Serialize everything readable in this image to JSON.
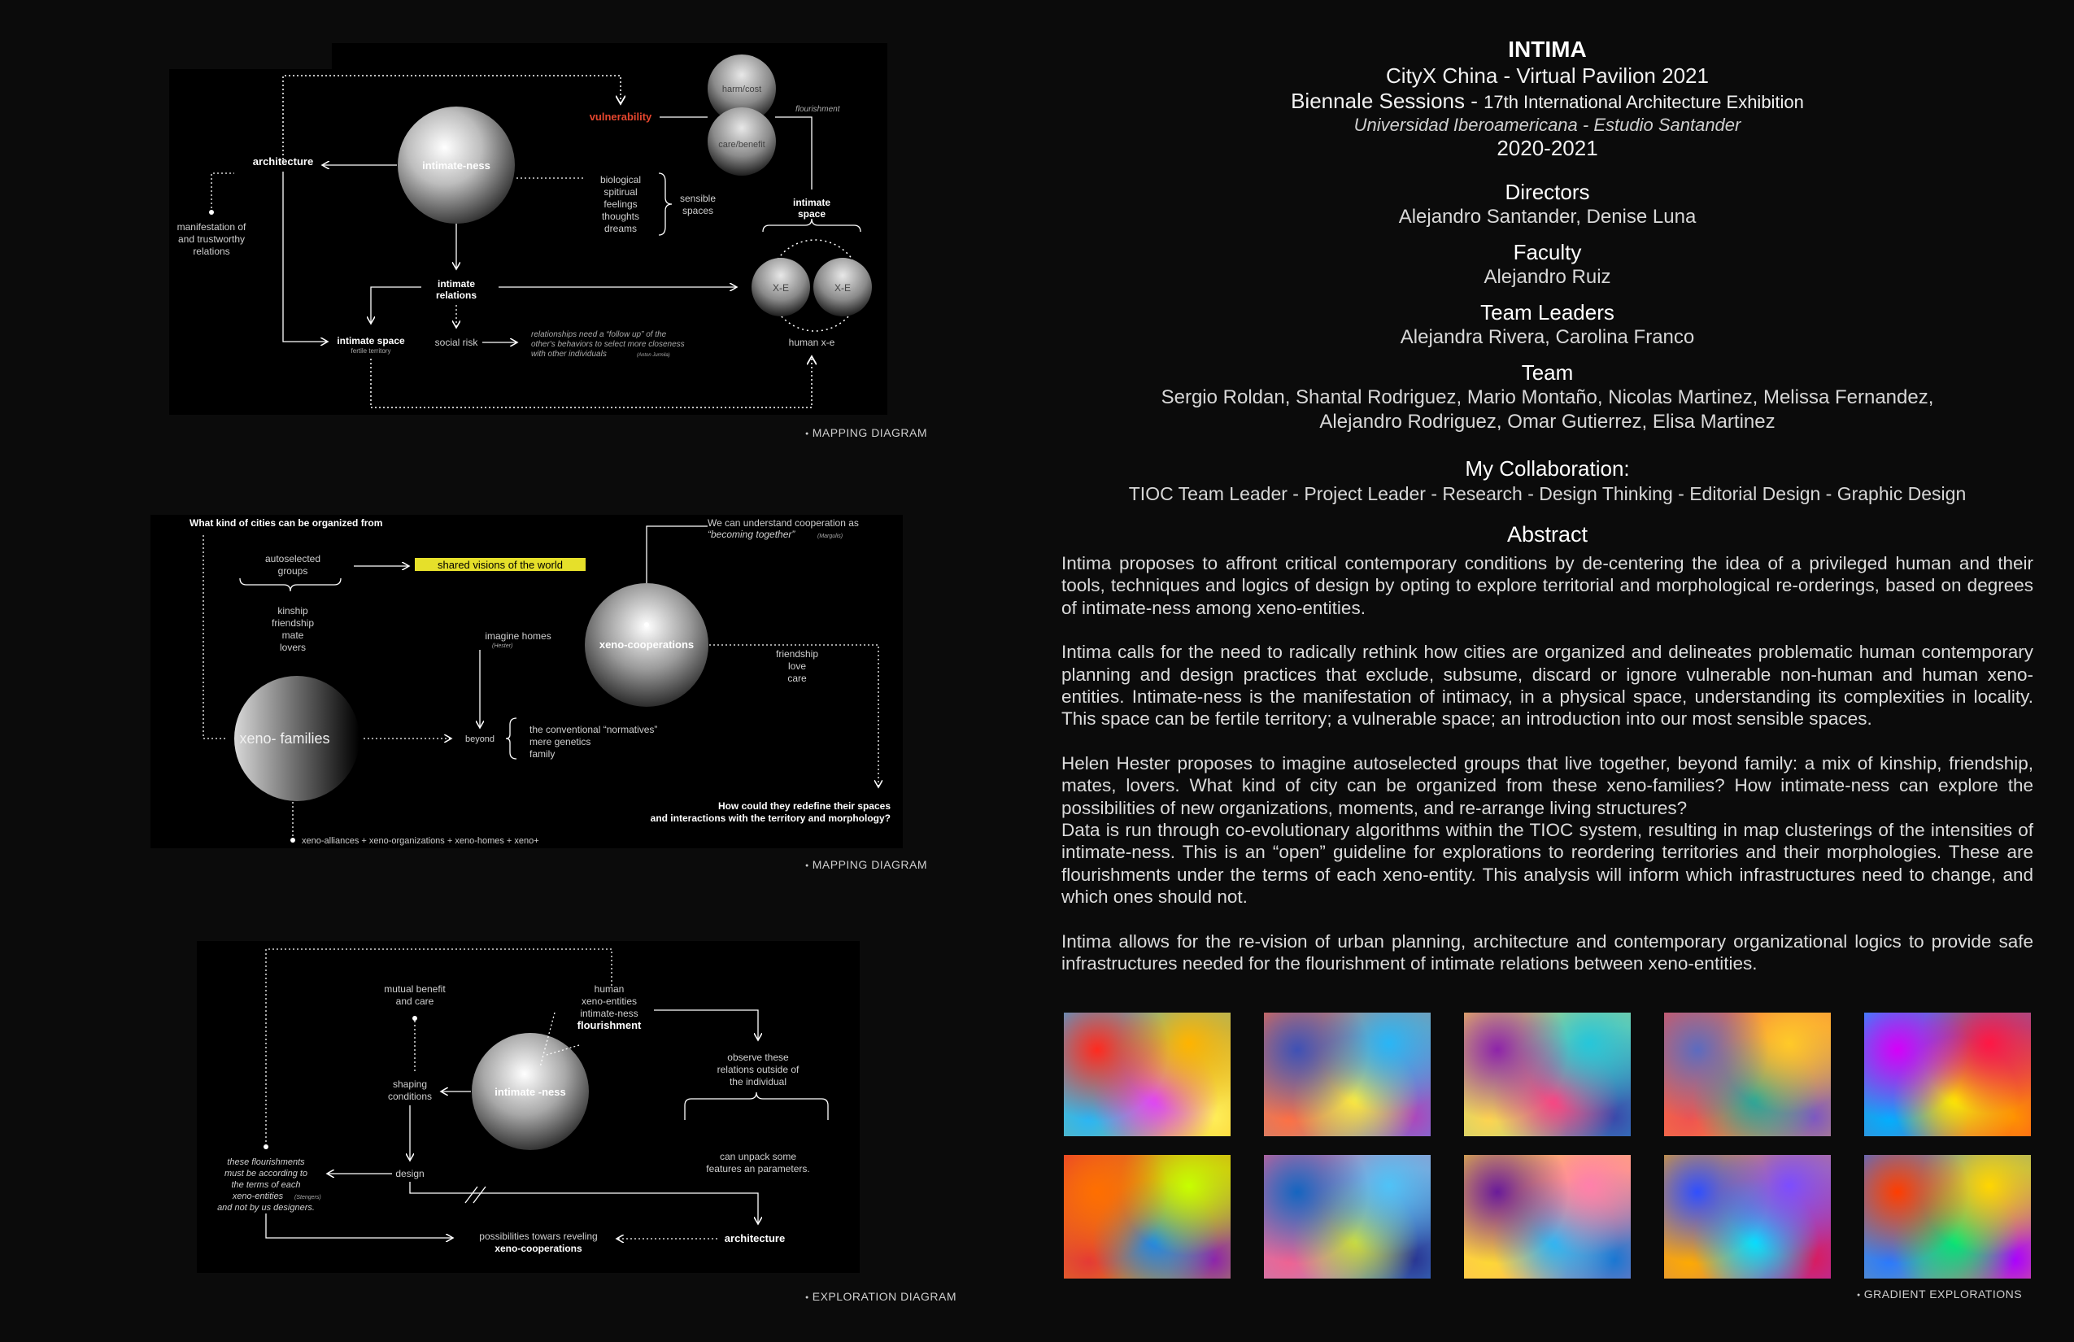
{
  "header": {
    "title": "INTIMA",
    "line1": "CityX China - Virtual Pavilion 2021",
    "line2_a": "Biennale Sessions - ",
    "line2_b": "17th International Architecture Exhibition",
    "line3": "Universidad Iberoamericana - Estudio Santander",
    "years": "2020-2021"
  },
  "credits": [
    {
      "heading": "Directors",
      "value": "Alejandro Santander, Denise Luna"
    },
    {
      "heading": "Faculty",
      "value": "Alejandro Ruiz"
    },
    {
      "heading": "Team Leaders",
      "value": "Alejandra Rivera, Carolina Franco"
    },
    {
      "heading": "Team",
      "value": "Sergio Roldan, Shantal Rodriguez, Mario Montaño, Nicolas Martinez, Melissa Fernandez,",
      "value2": "Alejandro Rodriguez, Omar Gutierrez, Elisa Martinez"
    }
  ],
  "collaboration": {
    "heading": "My Collaboration:",
    "value": "TIOC Team Leader - Project Leader - Research - Design Thinking - Editorial Design - Graphic Design"
  },
  "abstract": {
    "heading": "Abstract",
    "p1": "Intima proposes to affront critical contemporary conditions by de-centering the idea of a privileged human and their tools, techniques and logics of design by opting to explore territorial and morphological re-orderings, based on degrees of intimate-ness among xeno-entities.",
    "p2": "Intima calls for the need to radically rethink how cities are organized and delineates problematic human contemporary planning and design practices that exclude, subsume, discard or ignore vulnerable non-human and human xeno-entities.  Intimate-ness is the manifestation of intimacy, in a physical space, understanding its complexities in locality. This space can be fertile territory; a vulnerable space; an introduction into our most sensible spaces.",
    "p3": "Helen Hester proposes to imagine autoselected groups that live together, beyond family: a mix of kinship, friendship, mates, lovers. What kind of city can be organized from these xeno-families? How intimate-ness can explore the possibilities of new organizations, moments, and re-arrange living structures?",
    "p4": "Data is run through co-evolutionary algorithms within the TIOC system, resulting in map clusterings of the intensities of intimate-ness. This is an “open” guideline for explorations to reordering territories and their morphologies. These are flourishments under the terms of each xeno-entity. This analysis will inform which infrastructures need to change, and which ones should not.",
    "p5": "Intima allows for the re-vision of urban planning, architecture and contemporary organizational logics to provide safe infrastructures needed for the flourishment of intimate relations between xeno-entities."
  },
  "captions": {
    "d1": "MAPPING DIAGRAM",
    "d2": "MAPPING DIAGRAM",
    "d3": "EXPLORATION DIAGRAM",
    "gradients": "GRADIENT EXPLORATIONS"
  },
  "diagram1": {
    "harm": "harm/cost",
    "care": "care/benefit",
    "flourishment": "flourishment",
    "vulnerability": "vulnerability",
    "architecture": "architecture",
    "intimateness": "intimate-ness",
    "bio1": "biological",
    "bio2": "spitirual",
    "bio3": "feelings",
    "bio4": "thoughts",
    "bio5": "dreams",
    "sensible1": "sensible",
    "sensible2": "spaces",
    "intimspace1": "intimate",
    "intimspace2": "space",
    "manif1": "manifestation of",
    "manif2": "and trustworthy",
    "manif3": "relations",
    "rel1": "intimate",
    "rel2": "relations",
    "xe": "X-E",
    "intimate_space": "intimate space",
    "fertile": "fertile territory",
    "social_risk": "social risk",
    "follow1": "relationships need a “follow up” of the",
    "follow2": "other's behaviors to select more closeness",
    "follow3": "with other individuals",
    "follow_cite": "(Anton Jurmila)",
    "human": "human x-e"
  },
  "diagram2": {
    "q1": "What kind of cities can be organized from",
    "auto1": "autoselected",
    "auto2": "groups",
    "shared": "shared visions of the world",
    "coop1": "We can understand cooperation as",
    "coop2": "“becoming together”",
    "coop_cite": "(Margulis)",
    "k1": "kinship",
    "k2": "friendship",
    "k3": "mate",
    "k4": "lovers",
    "imagine": "imagine homes",
    "imagine_cite": "(Hester)",
    "xcoop": "xeno-cooperations",
    "f1": "friendship",
    "f2": "love",
    "f3": "care",
    "xfam": "xeno- families",
    "beyond": "beyond",
    "conv1": "the conventional “normatives”",
    "conv2": "mere genetics",
    "conv3": "family",
    "q2a": "How could they redefine their spaces",
    "q2b": "and interactions with the territory and morphology?",
    "alliances": "xeno-alliances + xeno-organizations + xeno-homes + xeno+"
  },
  "diagram3": {
    "mutual1": "mutual benefit",
    "mutual2": "and care",
    "h1": "human",
    "h2": "xeno-entities",
    "h3": "intimate-ness",
    "h4": "flourishment",
    "shaping1": "shaping",
    "shaping2": "conditions",
    "intimateness": "intimate -ness",
    "obs1": "observe these",
    "obs2": "relations outside of",
    "obs3": "the individual",
    "unpack1": "can unpack some",
    "unpack2": "features an parameters.",
    "these1": "these flourishments",
    "these2": "must be according to",
    "these3": "the terms of each",
    "these4": "xeno-entities",
    "these4_cite": "(Stengers)",
    "these5": "and not by us designers.",
    "design": "design",
    "poss1": "possibilities towars reveling",
    "poss2": "xeno-cooperations",
    "architecture": "architecture"
  },
  "colors": {
    "background": "#0b0b0b",
    "panel": "#000000",
    "accent_red": "#e5462e",
    "highlight_yellow": "#e6e02a"
  }
}
